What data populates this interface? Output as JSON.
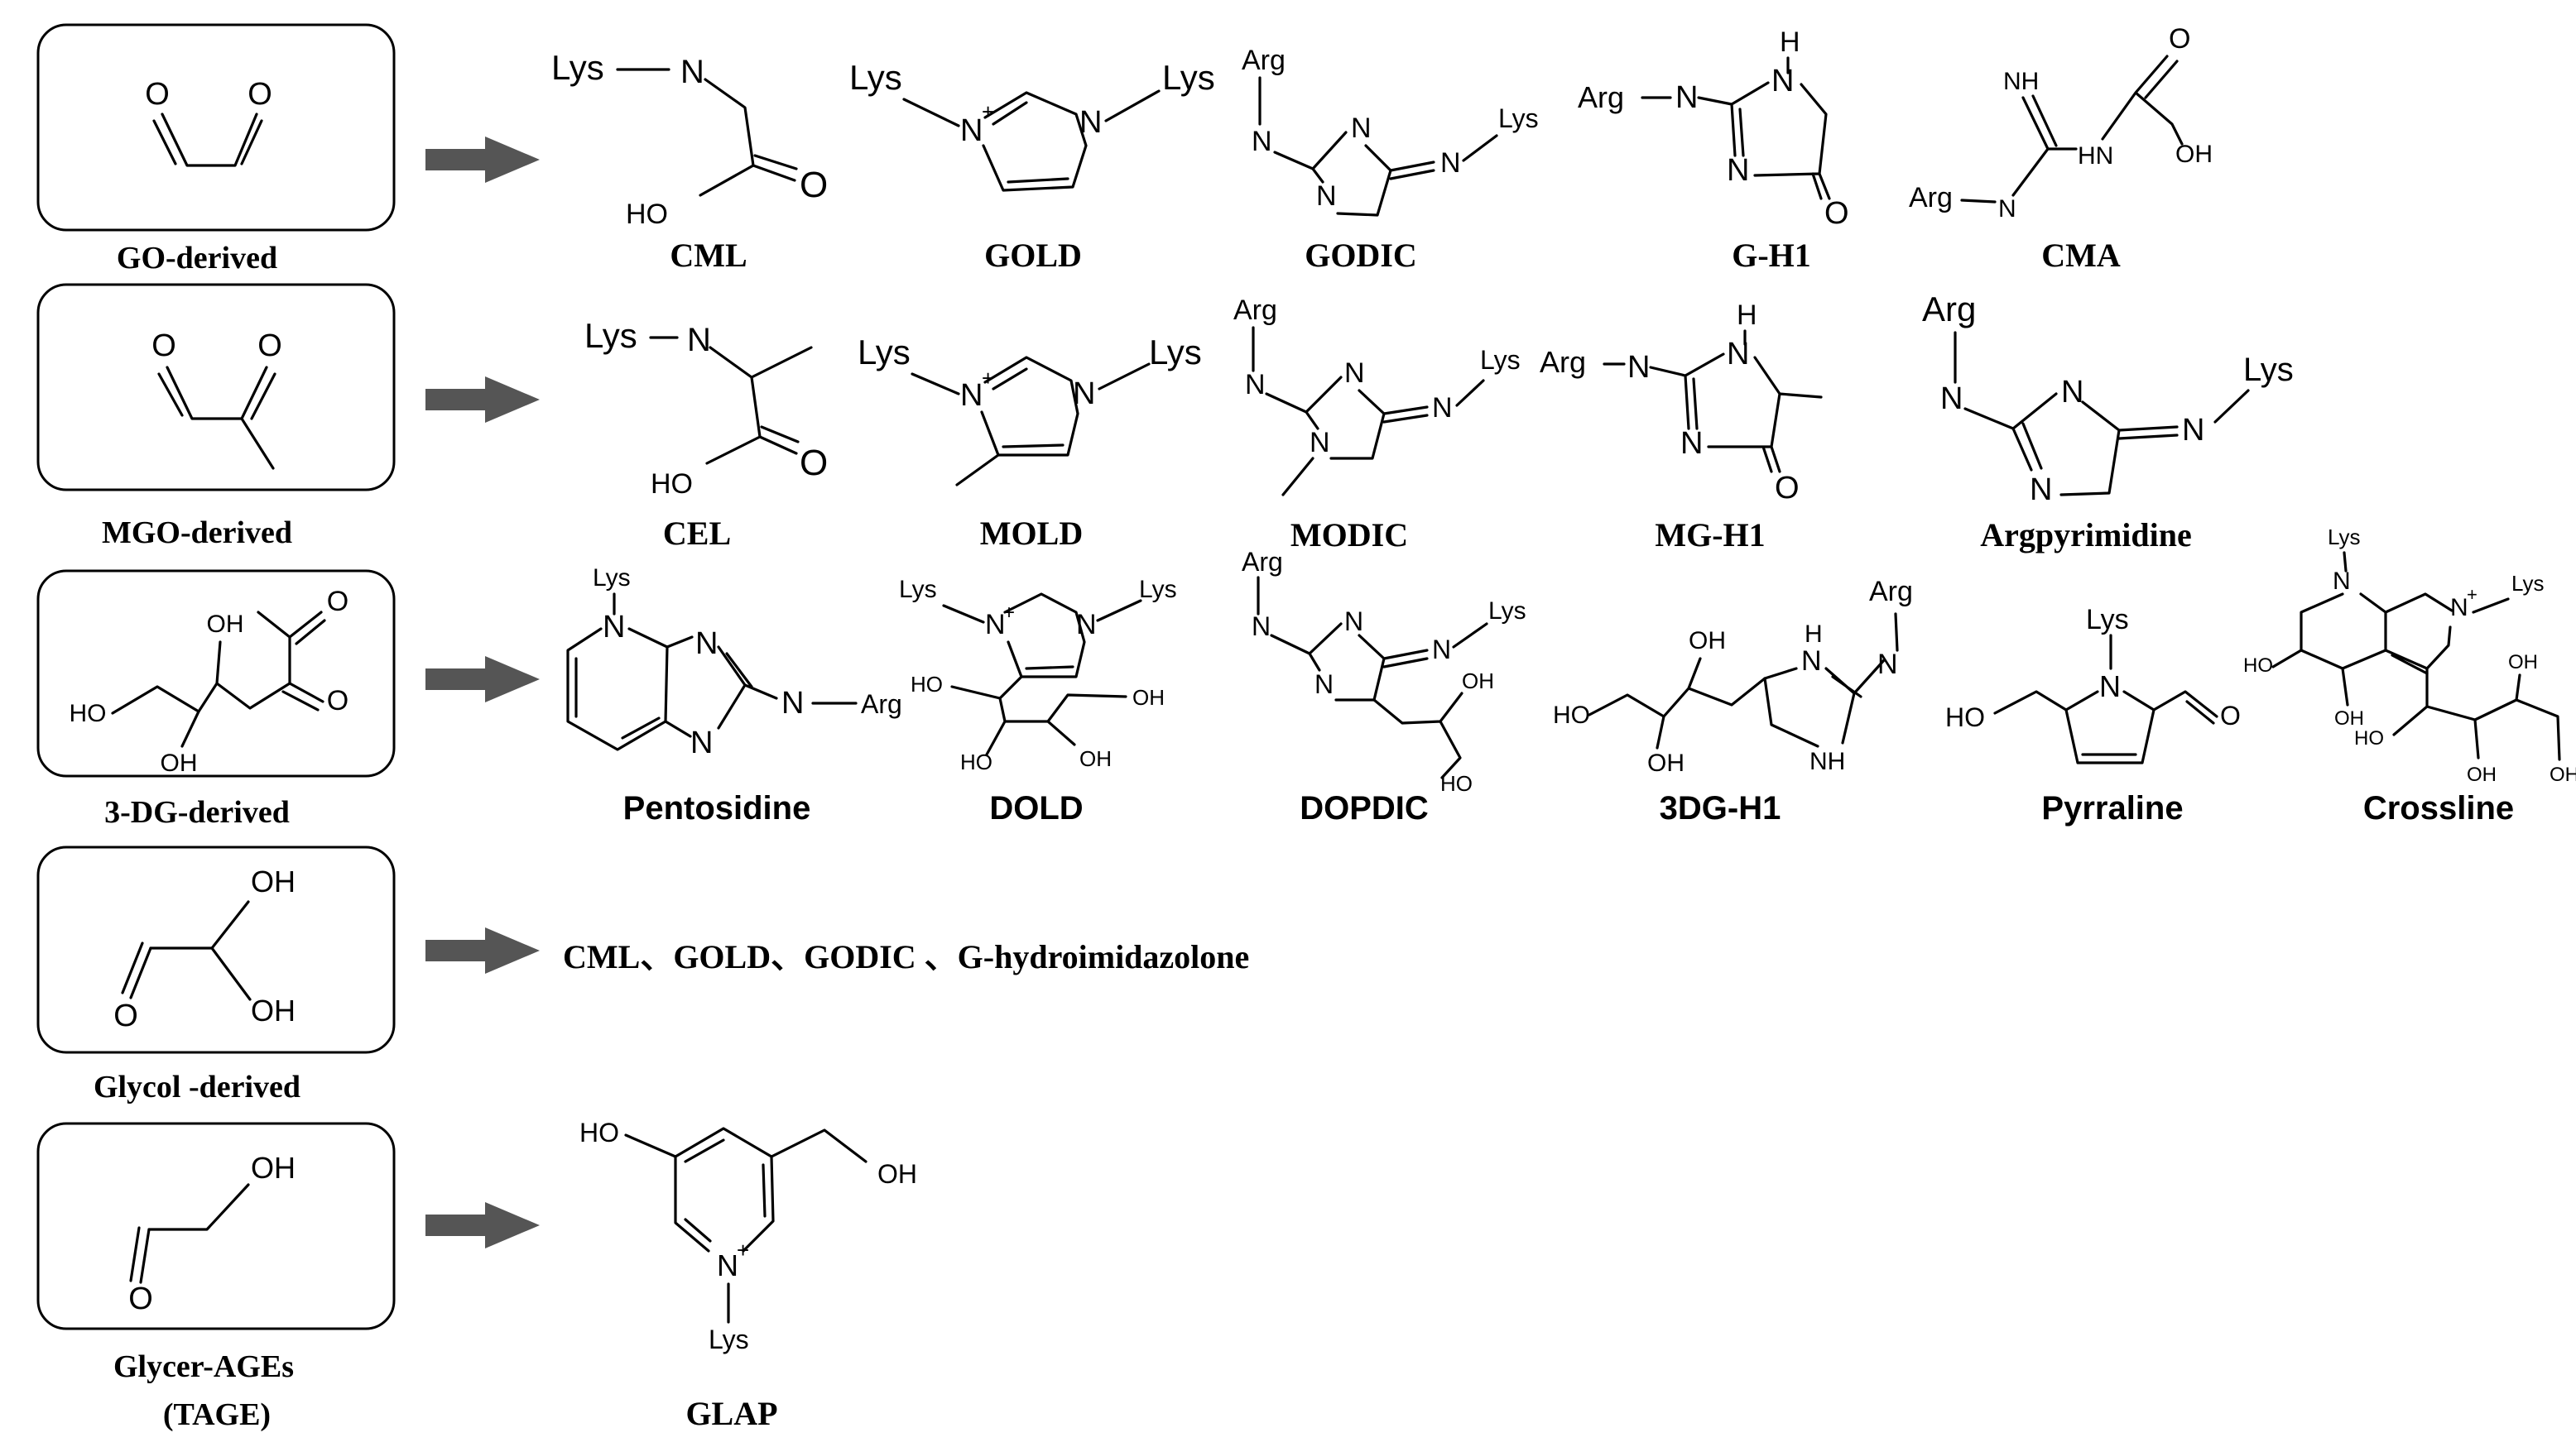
{
  "colors": {
    "arrow": "#555555",
    "line": "#000000",
    "background": "#ffffff"
  },
  "rows": [
    {
      "precursor_label": "GO-derived",
      "precursor_atoms": [
        "O",
        "O"
      ],
      "products": [
        {
          "name": "CML",
          "atoms": [
            "Lys",
            "N",
            "HO",
            "O"
          ]
        },
        {
          "name": "GOLD",
          "atoms": [
            "Lys",
            "Lys",
            "N",
            "+",
            "N"
          ]
        },
        {
          "name": "GODIC",
          "atoms": [
            "Arg",
            "N",
            "N",
            "N",
            "N",
            "Lys"
          ]
        },
        {
          "name": "G-H1",
          "atoms": [
            "Arg",
            "N",
            "H",
            "N",
            "N",
            "O"
          ]
        },
        {
          "name": "CMA",
          "atoms": [
            "NH",
            "O",
            "HN",
            "OH",
            "Arg",
            "N"
          ]
        }
      ]
    },
    {
      "precursor_label": "MGO-derived",
      "precursor_atoms": [
        "O",
        "O"
      ],
      "products": [
        {
          "name": "CEL",
          "atoms": [
            "Lys",
            "N",
            "HO",
            "O"
          ]
        },
        {
          "name": "MOLD",
          "atoms": [
            "Lys",
            "Lys",
            "N",
            "+",
            "N"
          ]
        },
        {
          "name": "MODIC",
          "atoms": [
            "Arg",
            "N",
            "N",
            "N",
            "N",
            "Lys"
          ]
        },
        {
          "name": "MG-H1",
          "atoms": [
            "Arg",
            "N",
            "H",
            "N",
            "N",
            "O"
          ]
        },
        {
          "name": "Argpyrimidine",
          "atoms": [
            "Arg",
            "N",
            "N",
            "N",
            "N",
            "Lys"
          ]
        }
      ]
    },
    {
      "precursor_label": "3-DG-derived",
      "precursor_atoms": [
        "O",
        "OH",
        "O",
        "HO",
        "OH"
      ],
      "products": [
        {
          "name": "Pentosidine",
          "atoms": [
            "Lys",
            "N",
            "N",
            "N",
            "N",
            "Arg"
          ]
        },
        {
          "name": "DOLD",
          "atoms": [
            "Lys",
            "Lys",
            "N",
            "+",
            "N",
            "HO",
            "OH",
            "HO",
            "OH"
          ]
        },
        {
          "name": "DOPDIC",
          "atoms": [
            "Arg",
            "N",
            "N",
            "N",
            "N",
            "Lys",
            "OH",
            "HO"
          ]
        },
        {
          "name": "3DG-H1",
          "atoms": [
            "Arg",
            "OH",
            "H",
            "N",
            "N",
            "HO",
            "OH",
            "NH"
          ]
        },
        {
          "name": "Pyrraline",
          "atoms": [
            "Lys",
            "N",
            "HO",
            "O"
          ]
        },
        {
          "name": "Crossline",
          "atoms": [
            "Lys",
            "N",
            "N",
            "+",
            "Lys",
            "HO",
            "OH",
            "OH",
            "HO",
            "OH",
            "OH"
          ]
        }
      ]
    },
    {
      "precursor_label": "Glycol -derived",
      "precursor_atoms": [
        "OH",
        "O",
        "OH"
      ],
      "products_text": "CML、GOLD、GODIC 、G-hydroimidazolone"
    },
    {
      "precursor_label_lines": [
        "Glycer-AGEs",
        "(TAGE)"
      ],
      "precursor_atoms": [
        "OH",
        "O"
      ],
      "products": [
        {
          "name": "GLAP",
          "atoms": [
            "HO",
            "OH",
            "N",
            "+",
            "Lys"
          ]
        }
      ]
    }
  ]
}
